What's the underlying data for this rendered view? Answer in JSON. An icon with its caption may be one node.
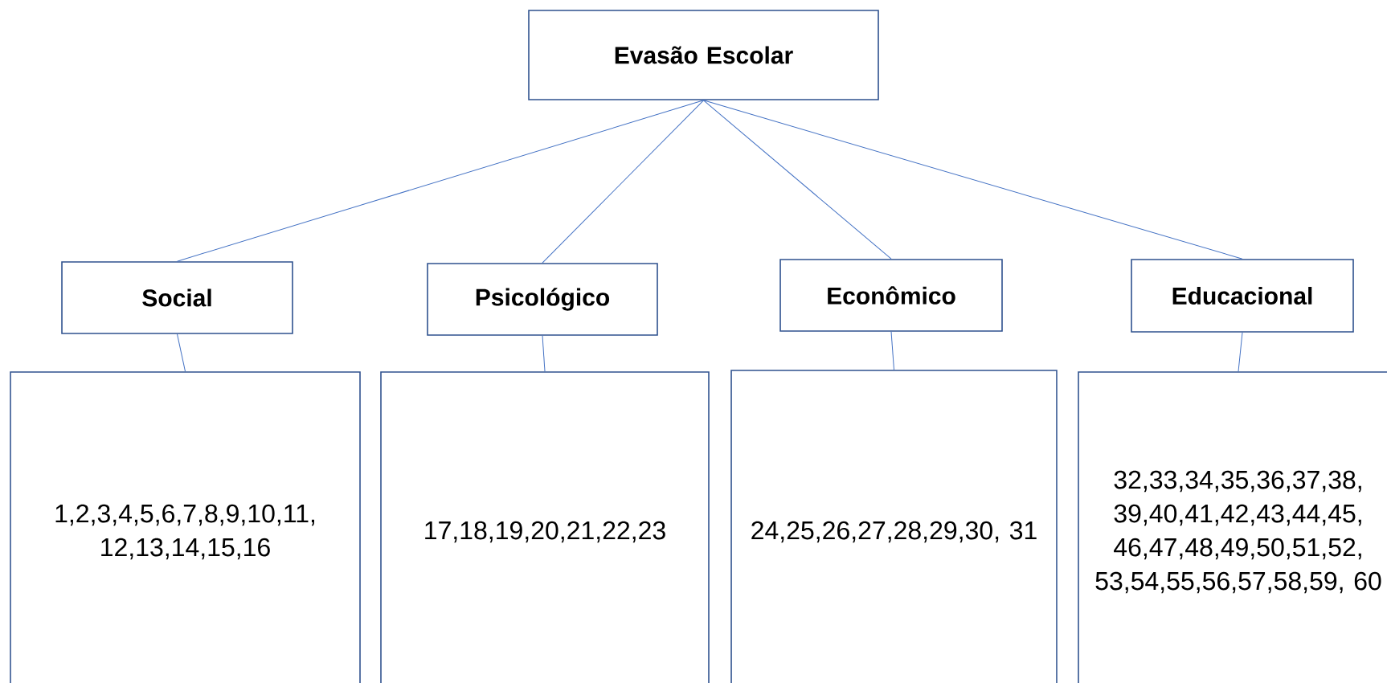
{
  "diagram": {
    "nodes": [
      {
        "text": [
          "Evasão Escolar"
        ]
      },
      {
        "text": [
          "Social"
        ]
      },
      {
        "text": [
          "Psicológico"
        ]
      },
      {
        "text": [
          "Econômico"
        ]
      },
      {
        "text": [
          "Educacional"
        ]
      },
      {
        "text": [
          "1,2,3,4,5,6,7,8,9,10,11, 12,13,14,15,16"
        ]
      },
      {
        "text": [
          "17,18,19,20,21,22,23"
        ]
      },
      {
        "text": [
          "24,25,26,27,28,29,30, 31"
        ]
      },
      {
        "text": [
          "32,33,34,35,36,37,38, 39,40,41,42,43,44,45, 46,47,48,49,50,51,52, 53,54,55,56,57,58,59, 60"
        ]
      }
    ],
    "edges": [
      {
        "from": 0,
        "to": 1,
        "arrow": "none"
      },
      {
        "from": 0,
        "to": 2,
        "arrow": "none"
      },
      {
        "from": 0,
        "to": 3,
        "arrow": "none"
      },
      {
        "from": 0,
        "to": 4,
        "arrow": "none"
      },
      {
        "from": 1,
        "to": 5,
        "arrow": "none"
      },
      {
        "from": 2,
        "to": 6,
        "arrow": "none"
      },
      {
        "from": 3,
        "to": 7,
        "arrow": "none"
      },
      {
        "from": 4,
        "to": 8,
        "arrow": "none"
      }
    ]
  }
}
